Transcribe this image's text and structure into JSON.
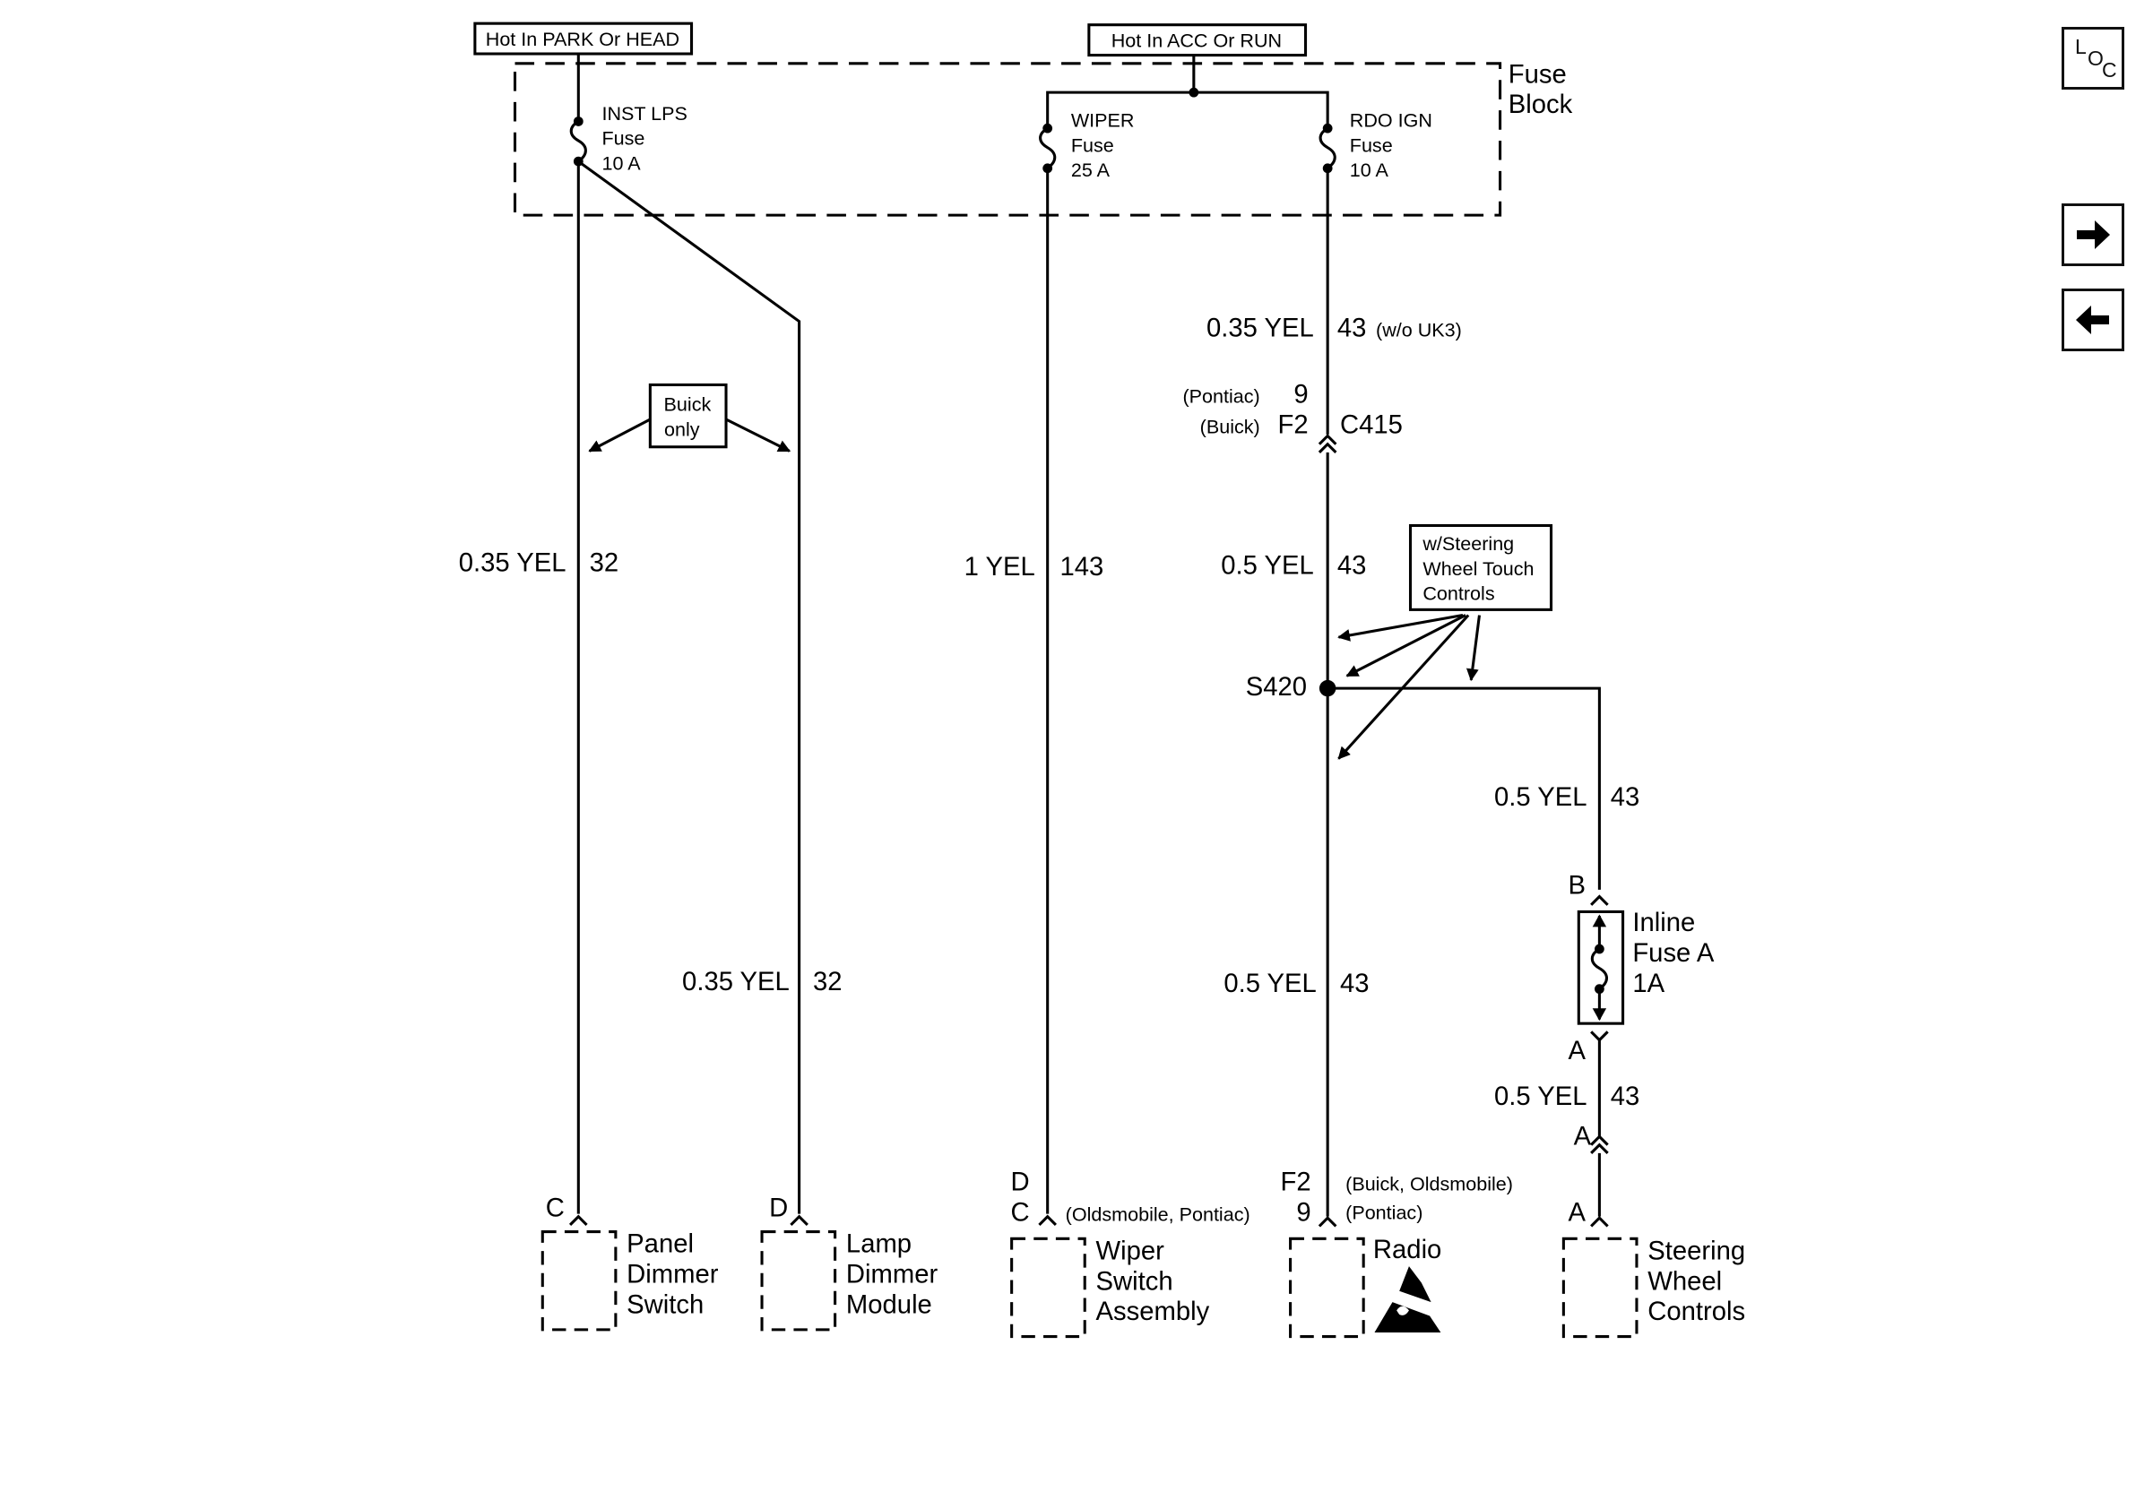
{
  "diagram": {
    "power_labels": {
      "park_head": "Hot In PARK Or HEAD",
      "acc_run": "Hot In ACC Or RUN"
    },
    "fuse_block_label": [
      "Fuse",
      "Block"
    ],
    "fuses": {
      "inst_lps": [
        "INST LPS",
        "Fuse",
        "10 A"
      ],
      "wiper": [
        "WIPER",
        "Fuse",
        "25 A"
      ],
      "rdo_ign": [
        "RDO IGN",
        "Fuse",
        "10 A"
      ]
    },
    "notes": {
      "buick_only": [
        "Buick",
        "only"
      ],
      "steering_touch": [
        "w/Steering",
        "Wheel Touch",
        "Controls"
      ]
    },
    "wires": {
      "w32_left": {
        "gauge": "0.35 YEL",
        "circuit": "32"
      },
      "w32_right": {
        "gauge": "0.35 YEL",
        "circuit": "32"
      },
      "w143": {
        "gauge": "1 YEL",
        "circuit": "143"
      },
      "w43_top": {
        "gauge": "0.35 YEL",
        "circuit": "43",
        "note": "(w/o UK3)"
      },
      "w43_mid": {
        "gauge": "0.5 YEL",
        "circuit": "43"
      },
      "w43_low": {
        "gauge": "0.5 YEL",
        "circuit": "43"
      },
      "w43_branch": {
        "gauge": "0.5 YEL",
        "circuit": "43"
      },
      "w43_after_fuse": {
        "gauge": "0.5 YEL",
        "circuit": "43"
      }
    },
    "connector_c415": {
      "name": "C415",
      "pontiac_label": "(Pontiac)",
      "pontiac_pin": "9",
      "buick_label": "(Buick)",
      "buick_pin": "F2"
    },
    "splice": "S420",
    "inline_fuse": {
      "label": [
        "Inline",
        "Fuse A",
        "1A"
      ],
      "pin_top": "B",
      "pin_bottom": "A"
    },
    "inline_connector_pin": "A",
    "components": {
      "panel_dimmer": {
        "pin": "C",
        "label": [
          "Panel",
          "Dimmer",
          "Switch"
        ]
      },
      "lamp_dimmer": {
        "pin": "D",
        "label": [
          "Lamp",
          "Dimmer",
          "Module"
        ]
      },
      "wiper_switch": {
        "pin_top": "D",
        "pin_bottom": "C",
        "variant": "(Oldsmobile, Pontiac)",
        "label": [
          "Wiper",
          "Switch",
          "Assembly"
        ]
      },
      "radio": {
        "pin_top": "F2",
        "pin_bottom": "9",
        "variant_top": "(Buick, Oldsmobile)",
        "variant_bottom": "(Pontiac)",
        "label": "Radio"
      },
      "steering_controls": {
        "pin": "A",
        "label": [
          "Steering",
          "Wheel",
          "Controls"
        ]
      }
    }
  },
  "nav": {
    "loc_letters": [
      "L",
      "O",
      "C"
    ],
    "next_icon": "arrow-right-icon",
    "prev_icon": "arrow-left-icon"
  }
}
